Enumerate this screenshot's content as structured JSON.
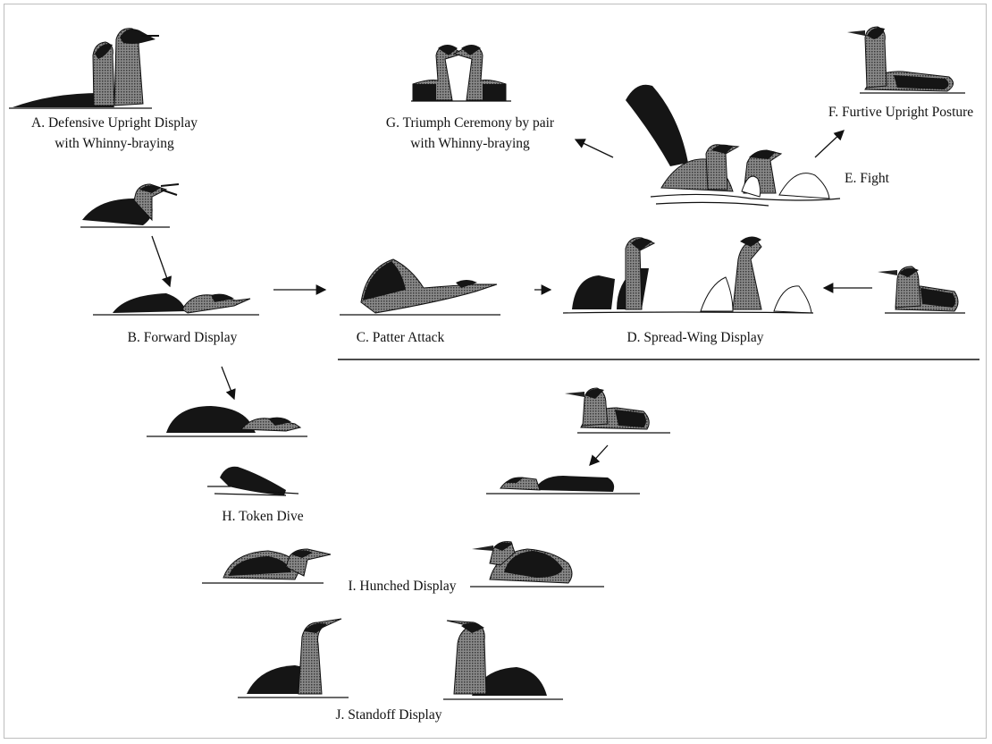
{
  "labels": {
    "A": [
      "A. Defensive Upright Display",
      "with Whinny-braying"
    ],
    "B": "B. Forward Display",
    "C": "C. Patter Attack",
    "D": "D. Spread-Wing Display",
    "E": "E. Fight",
    "F": "F. Furtive Upright Posture",
    "G": [
      "G. Triumph Ceremony by pair",
      "with Whinny-braying"
    ],
    "H": "H. Token Dive",
    "I": "I. Hunched Display",
    "J": "J. Standoff Display"
  },
  "colors": {
    "dark_plumage": "#151515",
    "stippled_plumage": "#6d6d6d",
    "pale_plumage": "#ffffff",
    "line": "#111111"
  }
}
